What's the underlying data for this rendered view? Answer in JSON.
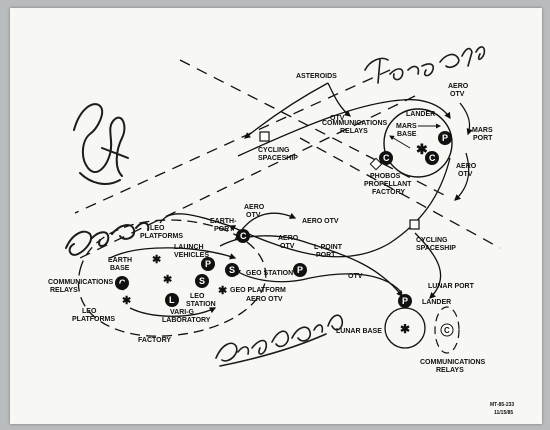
{
  "labels": {
    "asteroids": "ASTEROIDS",
    "aero_otv_mars_top": "AERO\nOTV",
    "otv_mars": "OTV",
    "comm_relays_mars": "COMMUNICATIONS\nRELAYS",
    "lander_mars": "LANDER",
    "mars_base": "MARS\nBASE",
    "mars_port": "MARS\nPORT",
    "aero_otv_mars_right": "AERO\nOTV",
    "cycling_spaceship_upper": "CYCLING\nSPACESHIP",
    "phobos_factory": "PHOBOS\nPROPELLANT\nFACTORY",
    "leo_platforms_upper": "LEO\nPLATFORMS",
    "earth_port": "EARTH-\nPORT",
    "aero_otv_earth_top": "AERO\nOTV",
    "aero_otv_mid": "AERO OTV",
    "launch_vehicles": "LAUNCH\nVEHICLES",
    "earth_base": "EARTH\nBASE",
    "comm_relays_earth": "COMMUNICATIONS\nRELAYS",
    "aero_otv_l": "AERO\nOTV",
    "l_point_port": "L-POINT\nPORT",
    "geo_station": "GEO STATION",
    "geo_platform": "GEO PLATFORM",
    "aero_otv_geo": "AERO OTV",
    "otv_lpoint": "OTV",
    "cycling_spaceship_lower": "CYCLING\nSPACESHIP",
    "leo_station": "LEO\nSTATION",
    "leo_platforms_lower": "LEO\nPLATFORMS",
    "vari_g_lab": "VARI-G\nLABORATORY",
    "factory": "FACTORY",
    "lunar_port": "LUNAR PORT",
    "lander_lunar": "LANDER",
    "lunar_base": "LUNAR BASE",
    "comm_relays_lunar": "COMMUNICATIONS\nRELAYS"
  },
  "node_letters": {
    "C": "C",
    "P": "P",
    "S": "S",
    "L": "L"
  },
  "footer": {
    "code": "MT-85-233",
    "date": "11/15/85"
  },
  "colors": {
    "paper": "#f7f7f4",
    "ink": "#111111",
    "border": "#b9bcbd"
  }
}
